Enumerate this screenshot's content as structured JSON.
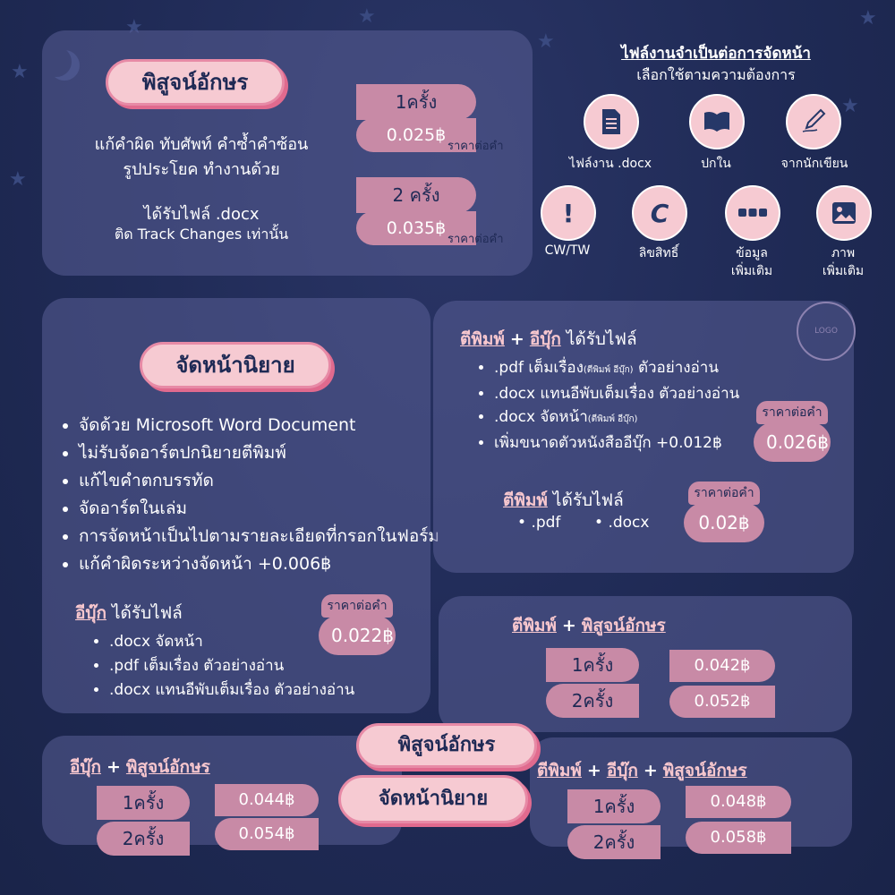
{
  "proof": {
    "title": "พิสูจน์อักษร",
    "desc1": "แก้คำผิด ทับศัพท์ คำซ้ำคำซ้อน",
    "desc2": "รูปประโยค ทำงานด้วย",
    "file1": "ได้รับไฟล์ .docx",
    "file2": "ติด Track Changes เท่านั้น",
    "tier1_label": "1ครั้ง",
    "tier1_price": "0.025฿",
    "tier2_label": "2 ครั้ง",
    "tier2_price": "0.035฿",
    "per_word": "ราคาต่อคำ"
  },
  "files": {
    "title": "ไฟล์งานจำเป็นต่อการจัดหน้า",
    "subtitle": "เลือกใช้ตามความต้องการ",
    "items": [
      {
        "label": "ไฟล์งาน .docx",
        "icon": "document-icon"
      },
      {
        "label": "ปกใน",
        "icon": "book-icon"
      },
      {
        "label": "จากนักเขียน",
        "icon": "pen-hand-icon"
      },
      {
        "label": "CW/TW",
        "icon": "exclamation-icon"
      },
      {
        "label": "ลิขสิทธิ์",
        "icon": "copyright-icon"
      },
      {
        "label": "ข้อมูล",
        "label2": "เพิ่มเติม",
        "icon": "more-icon"
      },
      {
        "label": "ภาพ",
        "label2": "เพิ่มเติม",
        "icon": "image-icon"
      }
    ]
  },
  "layout": {
    "title": "จัดหน้านิยาย",
    "bullets": [
      "จัดด้วย Microsoft Word Document",
      "ไม่รับจัดอาร์ตปกนิยายตีพิมพ์",
      "แก้ไขคำตกบรรทัด",
      "จัดอาร์ตในเล่ม",
      "การจัดหน้าเป็นไปตามรายละเอียดที่กรอกในฟอร์ม",
      "แก้คำผิดระหว่างจัดหน้า +0.006฿"
    ],
    "ebook_title": "อีบุ๊ก",
    "ebook_sub": "ได้รับไฟล์",
    "ebook_items": [
      ".docx จัดหน้า",
      ".pdf เต็มเรื่อง ตัวอย่างอ่าน",
      ".docx แทนอีพับเต็มเรื่อง ตัวอย่างอ่าน"
    ],
    "ebook_price_label": "ราคาต่อคำ",
    "ebook_price": "0.022฿"
  },
  "print_ebook": {
    "title_a": "ตีพิมพ์",
    "plus": "+",
    "title_b": "อีบุ๊ก",
    "sub": "ได้รับไฟล์",
    "items": [
      {
        "main": ".pdf เต็มเรื่อง",
        "small": "(ตีพิมพ์ อีบุ๊ก)",
        "rest": " ตัวอย่างอ่าน"
      },
      {
        "main": ".docx แทนอีพับเต็มเรื่อง ตัวอย่างอ่าน",
        "small": "",
        "rest": ""
      },
      {
        "main": ".docx จัดหน้า",
        "small": "(ตีพิมพ์ อีบุ๊ก)",
        "rest": ""
      },
      {
        "main": "เพิ่มขนาดตัวหนังสืออีบุ๊ก +0.012฿",
        "small": "",
        "rest": ""
      }
    ],
    "price_label": "ราคาต่อคำ",
    "price": "0.026฿",
    "print_title": "ตีพิมพ์",
    "print_sub": "ได้รับไฟล์",
    "print_items": [
      ".pdf",
      ".docx"
    ],
    "print_price_label": "ราคาต่อคำ",
    "print_price": "0.02฿"
  },
  "print_proof": {
    "title_a": "ตีพิมพ์",
    "plus": "+",
    "title_b": "พิสูจน์อักษร",
    "tier1": "1ครั้ง",
    "tier2": "2ครั้ง",
    "price1": "0.042฿",
    "price2": "0.052฿"
  },
  "ebook_proof": {
    "title_a": "อีบุ๊ก",
    "plus": "+",
    "title_b": "พิสูจน์อักษร",
    "tier1": "1ครั้ง",
    "tier2": "2ครั้ง",
    "price1": "0.044฿",
    "price2": "0.054฿"
  },
  "center_badges": {
    "top": "พิสูจน์อักษร",
    "bottom": "จัดหน้านิยาย"
  },
  "all_combo": {
    "title_a": "ตีพิมพ์",
    "plus1": "+",
    "title_b": "อีบุ๊ก",
    "plus2": "+",
    "title_c": "พิสูจน์อักษร",
    "tier1": "1ครั้ง",
    "tier2": "2ครั้ง",
    "price1": "0.048฿",
    "price2": "0.058฿"
  },
  "colors": {
    "background": "#1f2a55",
    "panel": "#5a5f96",
    "pill": "#f6cad2",
    "price_box": "#c88aa6",
    "heading_pink": "#f7c7ce"
  }
}
